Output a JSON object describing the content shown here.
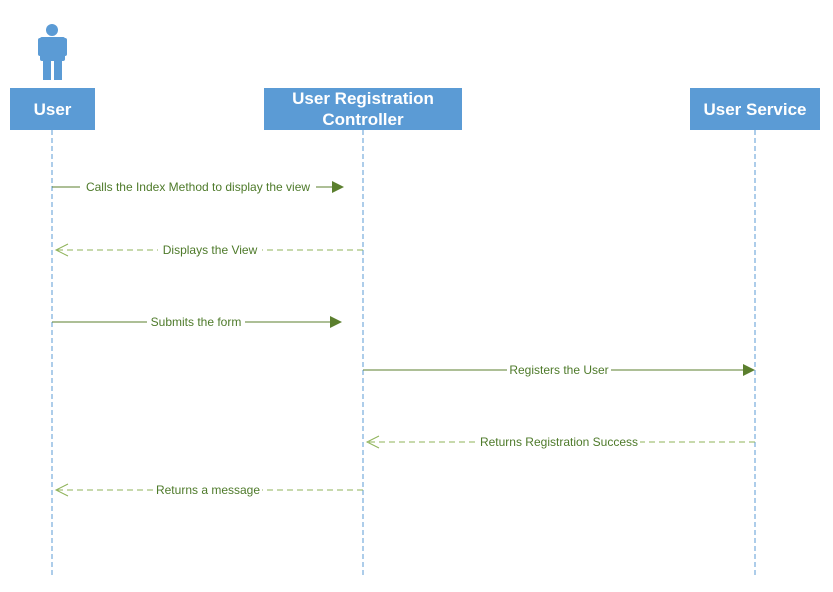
{
  "actor": {
    "icon": "person-icon",
    "color": "#5b9bd5"
  },
  "lifelines": {
    "user": {
      "label": "User"
    },
    "controller": {
      "label_line1": "User Registration",
      "label_line2": "Controller"
    },
    "service": {
      "label": "User Service"
    }
  },
  "messages": [
    {
      "from": "user",
      "to": "controller",
      "label": "Calls the Index Method to display the view",
      "style": "solid"
    },
    {
      "from": "controller",
      "to": "user",
      "label": "Displays the View",
      "style": "dashed"
    },
    {
      "from": "user",
      "to": "controller",
      "label": "Submits the form",
      "style": "solid"
    },
    {
      "from": "controller",
      "to": "service",
      "label": "Registers the User",
      "style": "solid"
    },
    {
      "from": "service",
      "to": "controller",
      "label": "Returns Registration Success",
      "style": "dashed"
    },
    {
      "from": "controller",
      "to": "user",
      "label": "Returns a message",
      "style": "dashed"
    }
  ],
  "colors": {
    "lifeline_box": "#5b9bd5",
    "lifeline_line": "#5b9bd5",
    "message": "#5b7f2e",
    "return_message": "#8fb35a"
  }
}
